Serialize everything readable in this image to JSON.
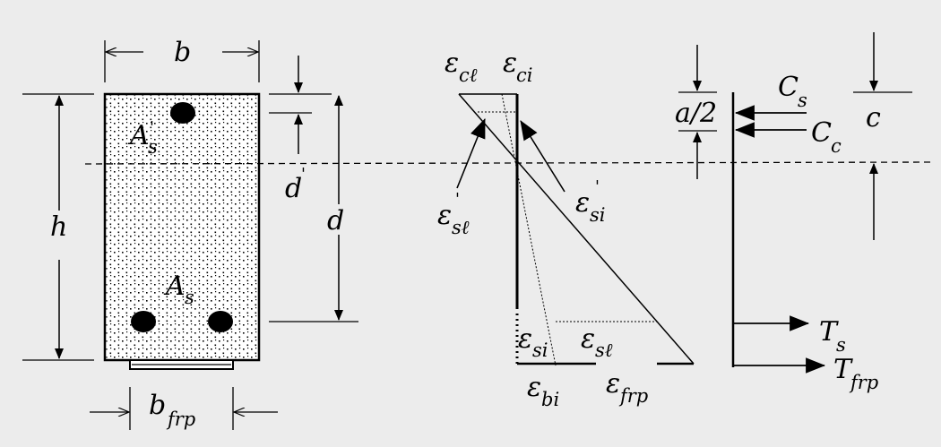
{
  "section": {
    "b": "b",
    "h": "h",
    "d": "d",
    "d_prime": "d",
    "prime": "'",
    "A": "A",
    "s": "s",
    "b_frp_b": "b",
    "b_frp_sub": "frp"
  },
  "strain": {
    "eps": "ε",
    "cl": "cℓ",
    "ci": "ci",
    "sl": "sℓ",
    "si": "si",
    "bi": "bi",
    "frp": "frp",
    "prime": "'"
  },
  "forces": {
    "a_over_2": "a/2",
    "C": "C",
    "T": "T",
    "s": "s",
    "c_sub": "c",
    "frp": "frp",
    "c": "c"
  },
  "colors": {
    "background": "#ececec",
    "ink": "#000000",
    "concrete": "#ffffff"
  }
}
